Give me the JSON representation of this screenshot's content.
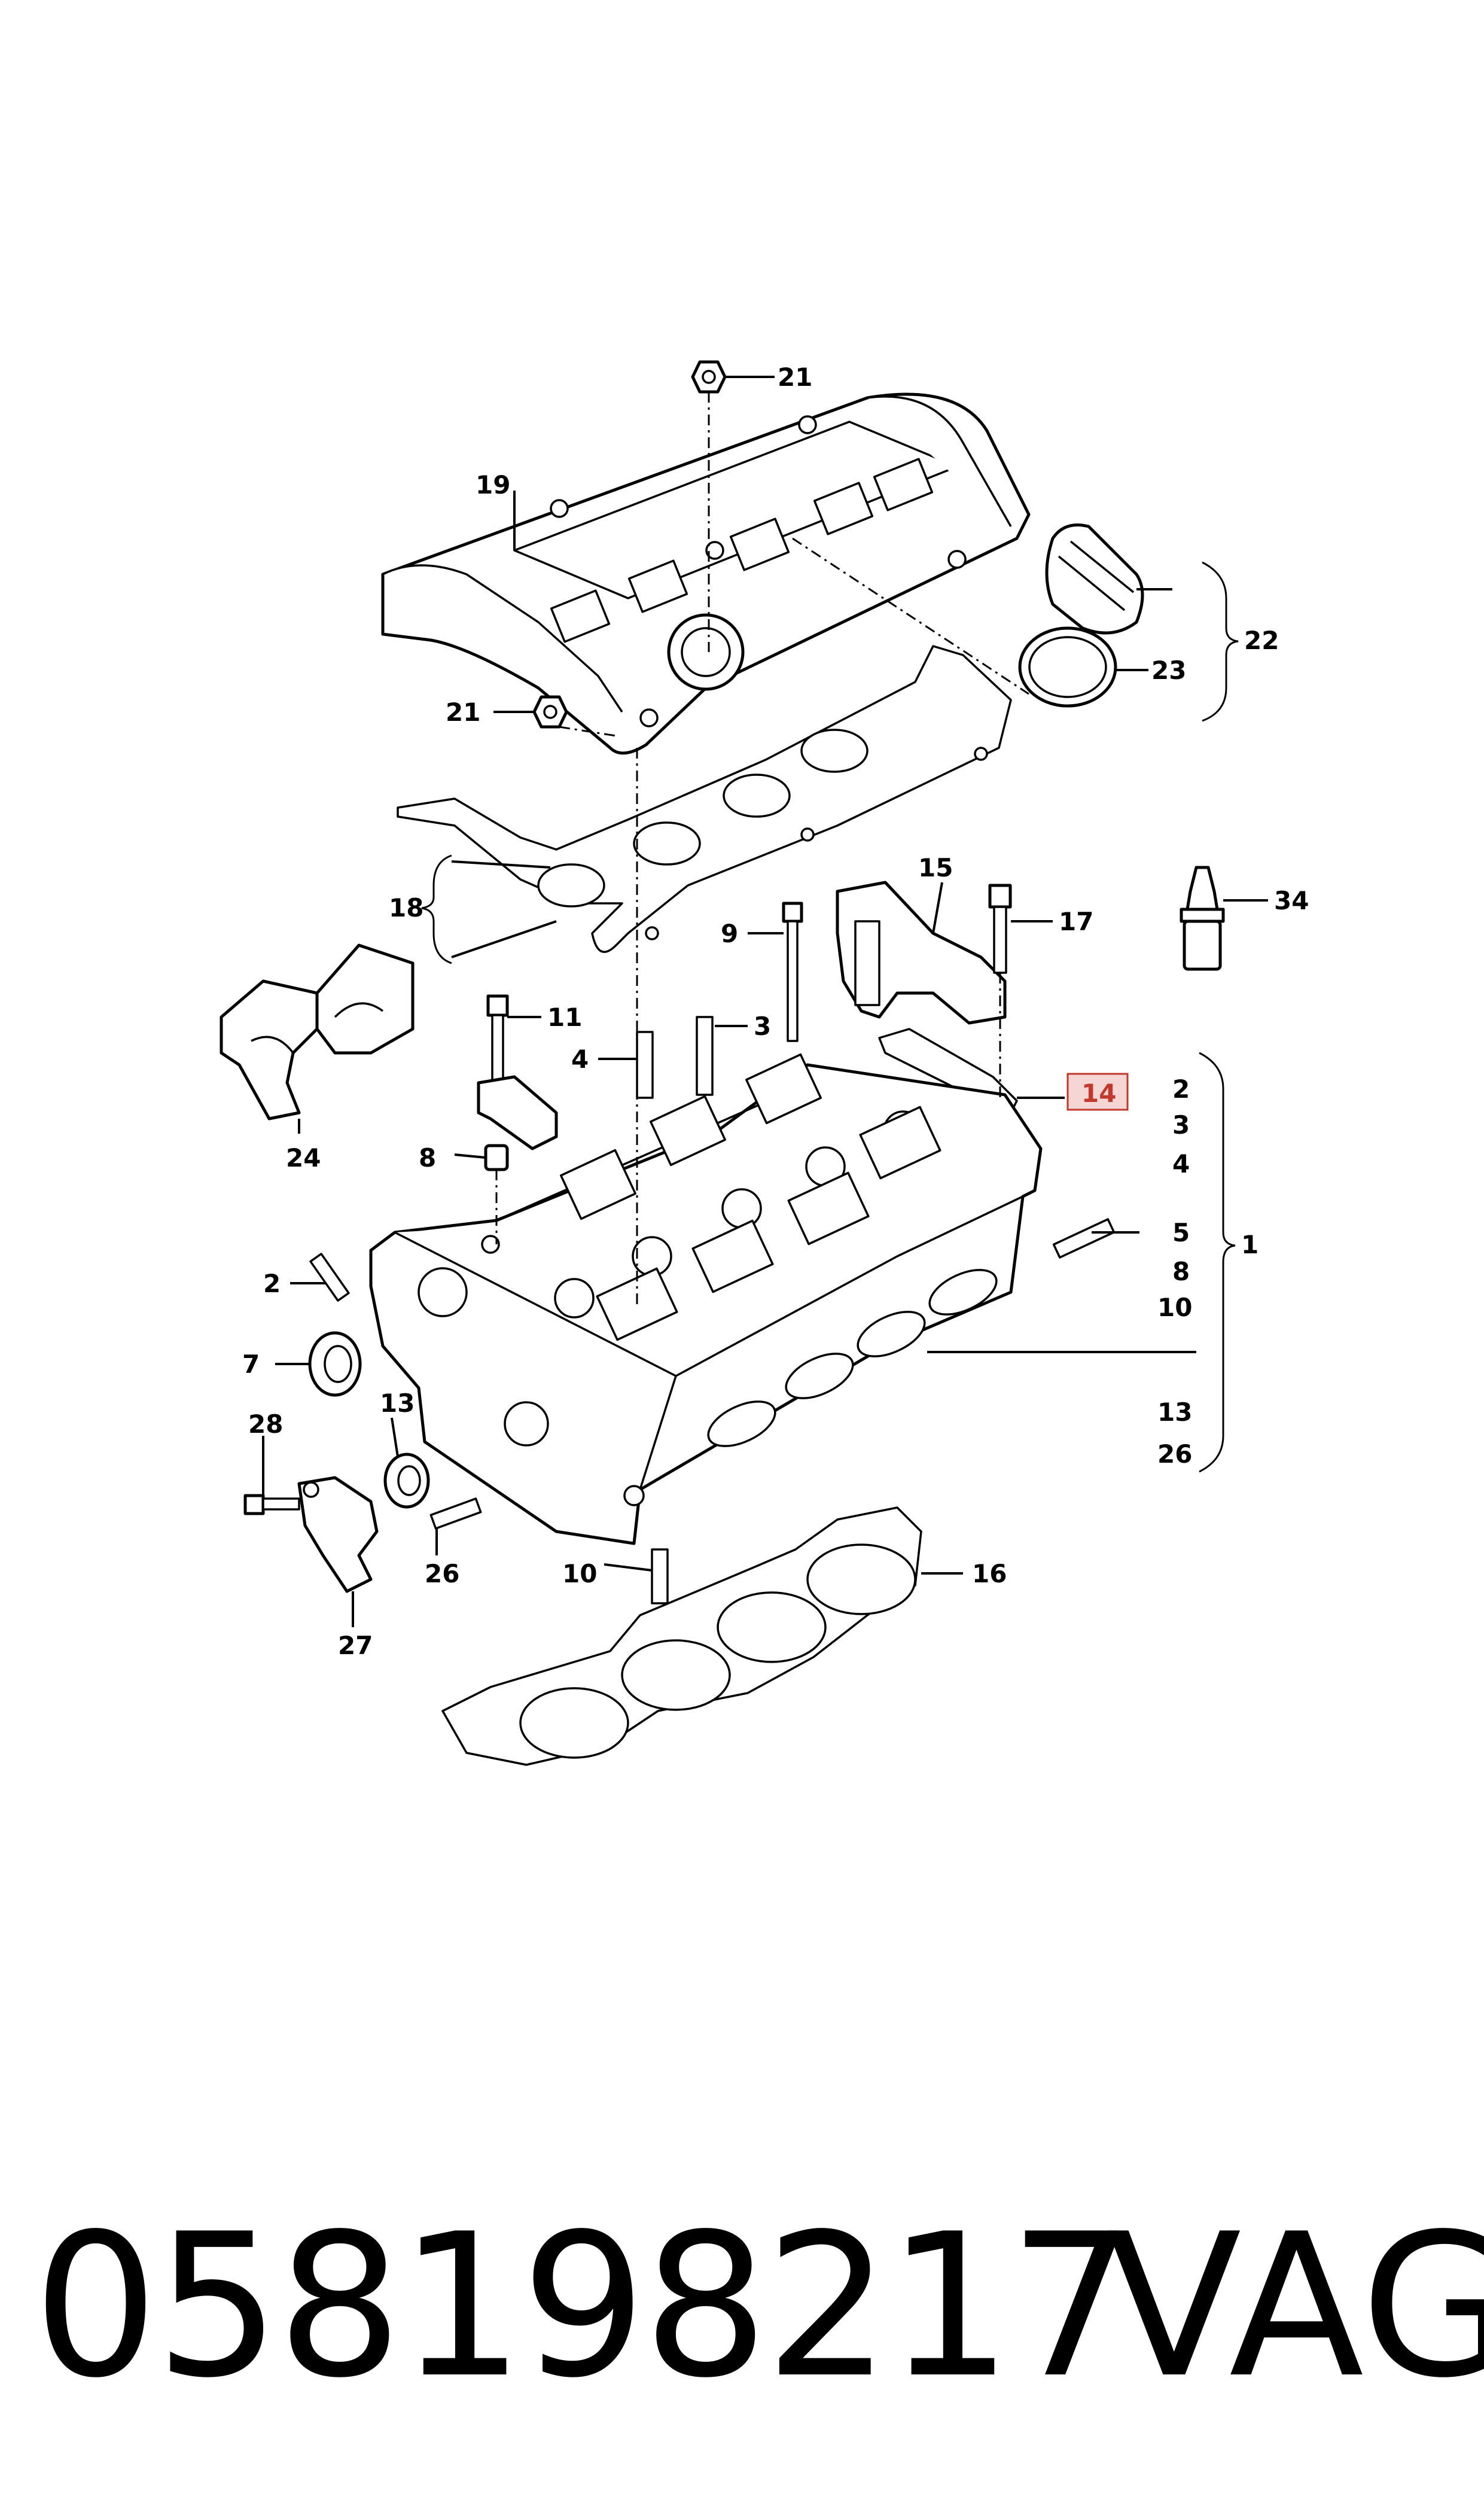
{
  "diagram": {
    "callouts": {
      "c21_top": "21",
      "c19": "19",
      "c22": "22",
      "c23": "23",
      "c21_mid": "21",
      "c18": "18",
      "c15": "15",
      "c17": "17",
      "c34": "34",
      "c9": "9",
      "c11": "11",
      "c3": "3",
      "c4": "4",
      "c14": "14",
      "c24": "24",
      "c8": "8",
      "c2": "2",
      "c7": "7",
      "c13": "13",
      "c28": "28",
      "c26": "26",
      "c27": "27",
      "c10": "10",
      "c16": "16",
      "c1": "1"
    },
    "group_list": [
      "2",
      "3",
      "4",
      "5",
      "8",
      "10",
      "13",
      "26"
    ],
    "highlight_color": "#c0392b",
    "highlight_fill": "#f6d5d5"
  },
  "footer": {
    "part_number": "058198217",
    "brand": "VAG"
  }
}
